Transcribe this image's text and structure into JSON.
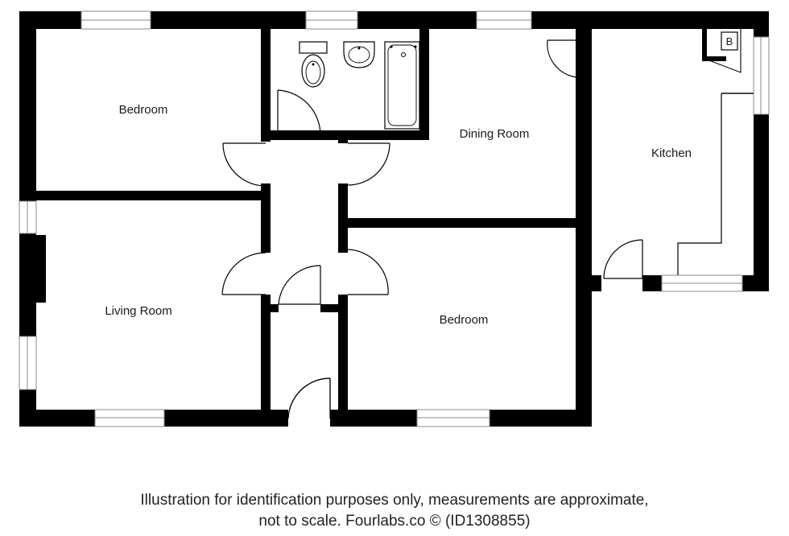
{
  "rooms": {
    "bedroom_top_left": "Bedroom",
    "living_room": "Living Room",
    "dining_room": "Dining Room",
    "kitchen": "Kitchen",
    "bedroom_bottom_right": "Bedroom"
  },
  "boiler_label": "B",
  "disclaimer": {
    "line1": "Illustration for identification purposes only, measurements are approximate,",
    "line2": "not to scale. Fourlabs.co © (ID1308855)"
  },
  "colors": {
    "wall": "#000000",
    "window": "#8a8a8a",
    "background": "#ffffff"
  }
}
